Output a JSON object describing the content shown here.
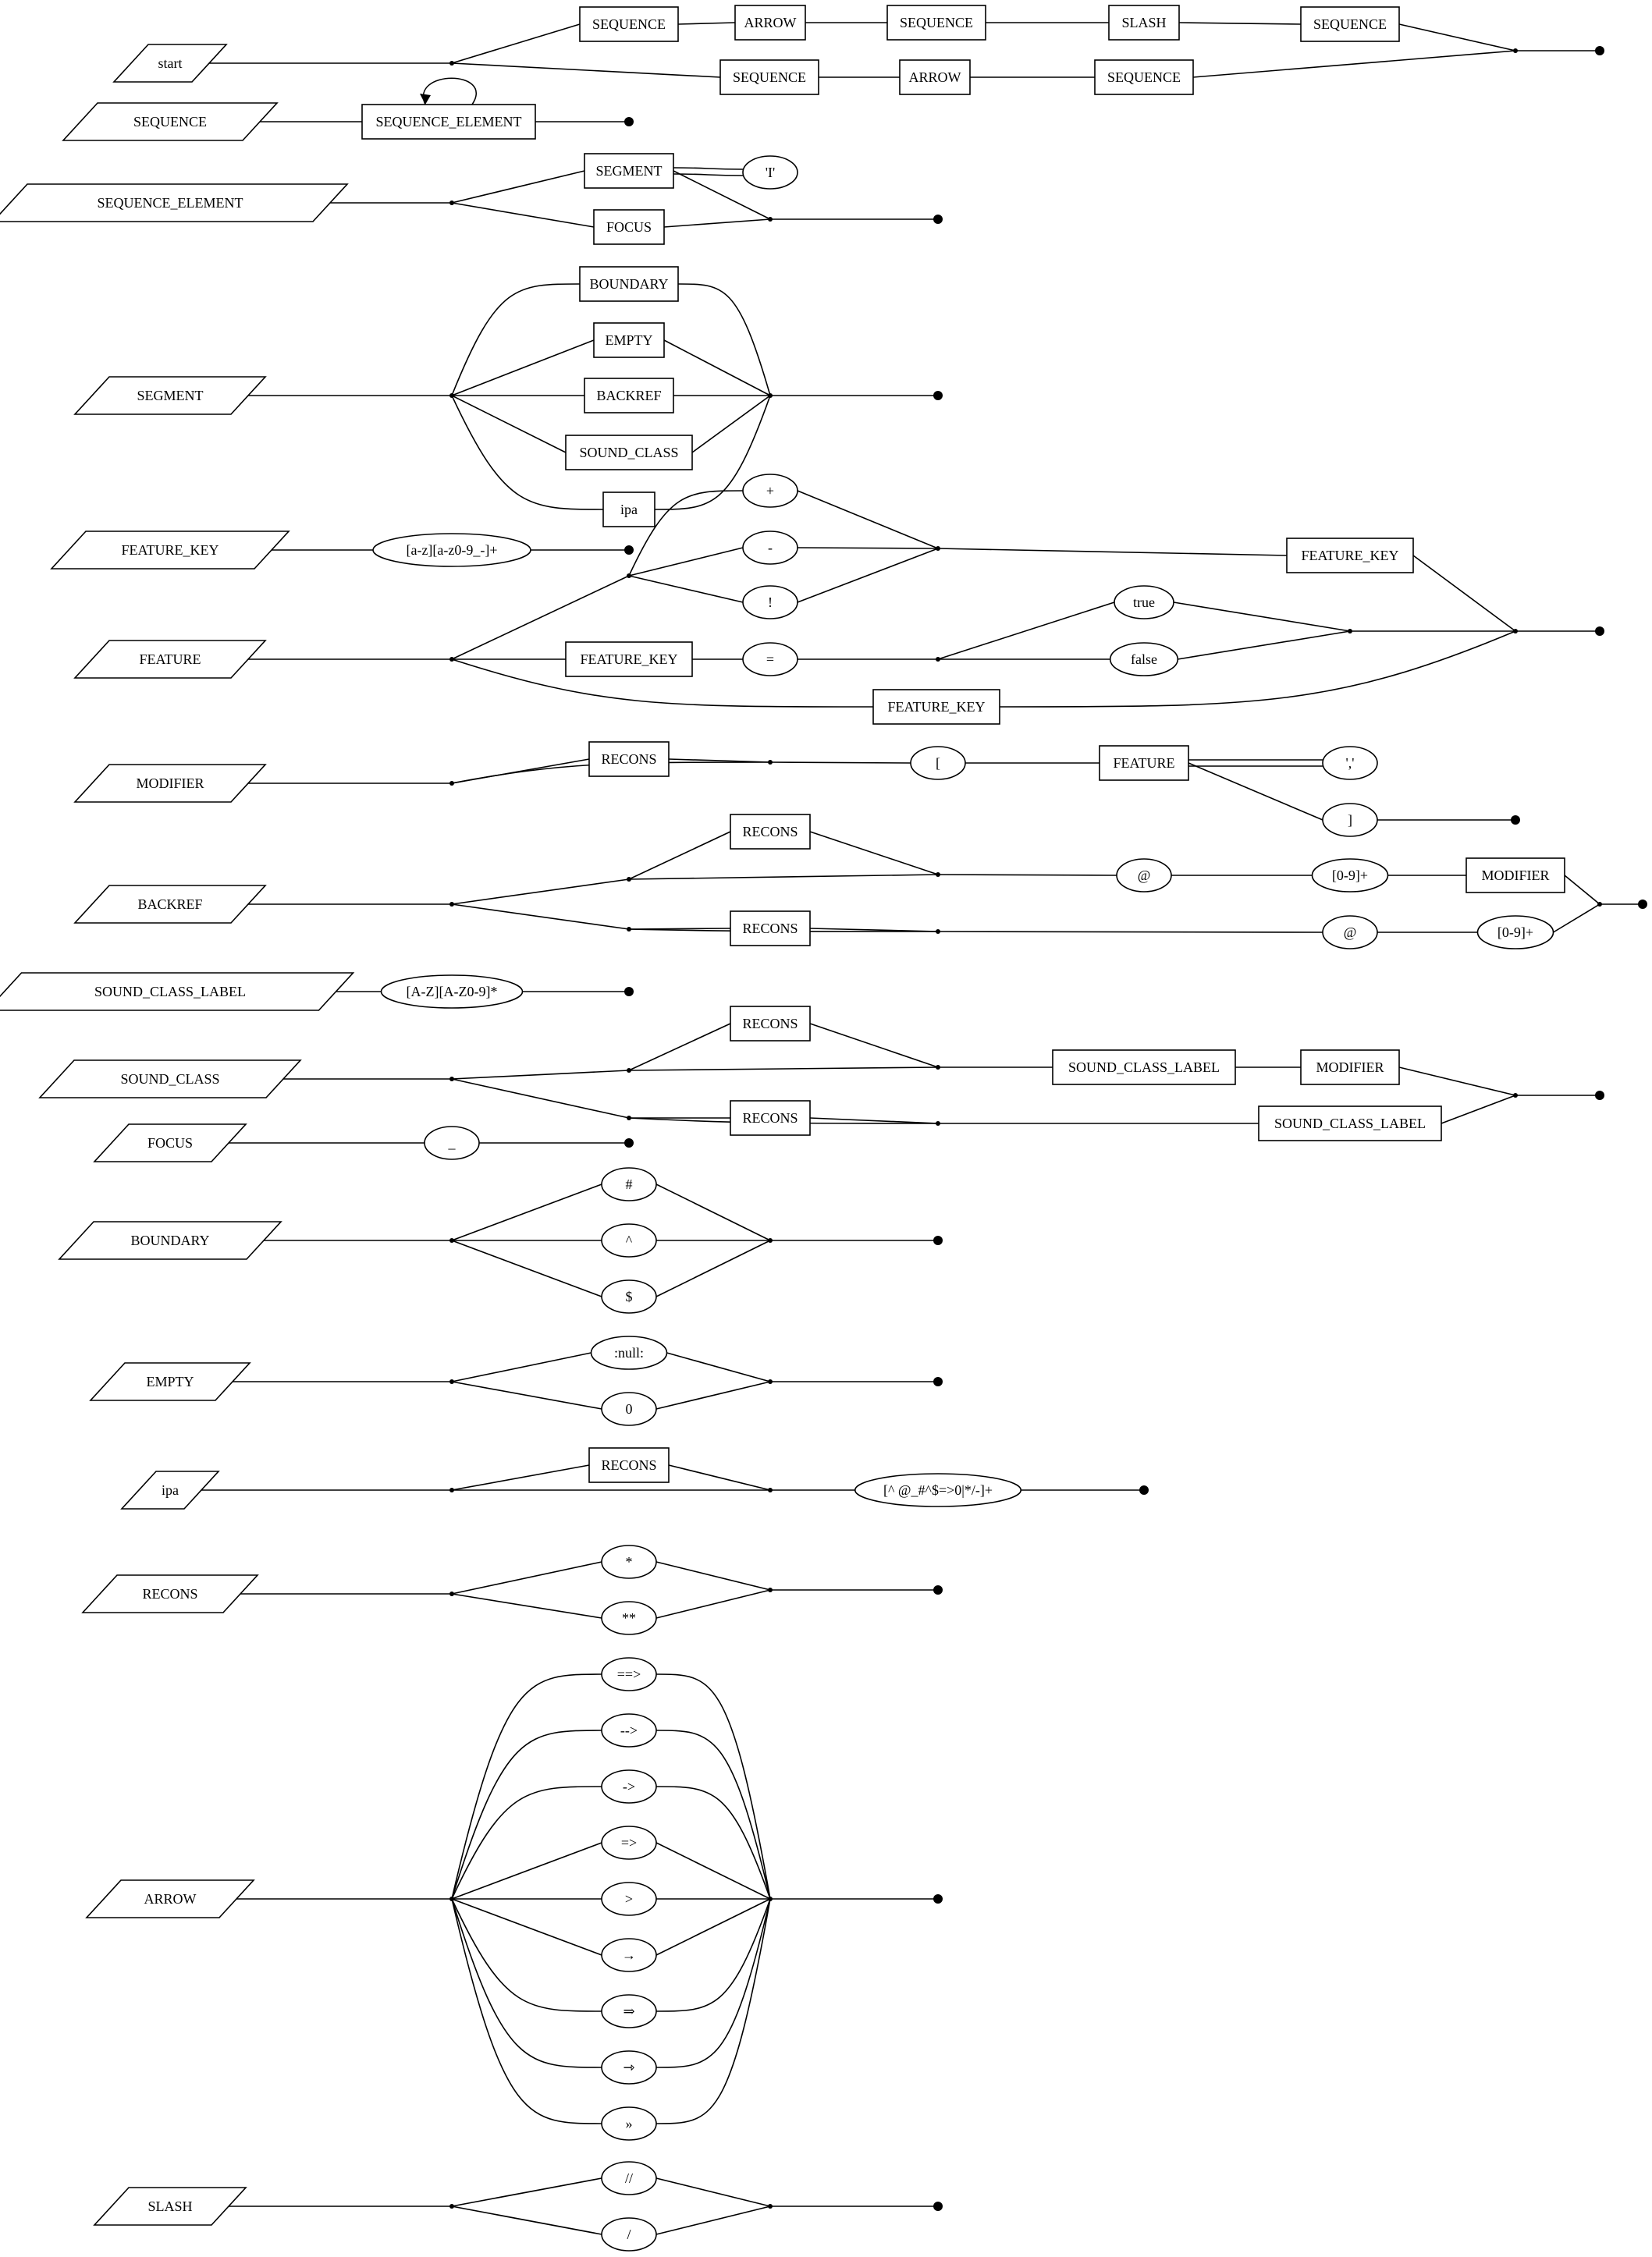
{
  "rules": [
    {
      "name": "start",
      "nodes": [
        {
          "id": "n1",
          "label": "SEQUENCE",
          "shape": "rect"
        },
        {
          "id": "n2",
          "label": "ARROW",
          "shape": "rect"
        },
        {
          "id": "n3",
          "label": "SEQUENCE",
          "shape": "rect"
        },
        {
          "id": "n4",
          "label": "SLASH",
          "shape": "rect"
        },
        {
          "id": "n5",
          "label": "SEQUENCE",
          "shape": "rect"
        },
        {
          "id": "n6",
          "label": "SEQUENCE",
          "shape": "rect"
        },
        {
          "id": "n7",
          "label": "ARROW",
          "shape": "rect"
        },
        {
          "id": "n8",
          "label": "SEQUENCE",
          "shape": "rect"
        }
      ]
    },
    {
      "name": "SEQUENCE",
      "nodes": [
        {
          "id": "n1",
          "label": "SEQUENCE_ELEMENT",
          "shape": "rect"
        }
      ]
    },
    {
      "name": "SEQUENCE_ELEMENT",
      "nodes": [
        {
          "id": "n1",
          "label": "SEGMENT",
          "shape": "rect"
        },
        {
          "id": "n2",
          "label": "'I'",
          "shape": "ellipse"
        },
        {
          "id": "n3",
          "label": "FOCUS",
          "shape": "rect"
        }
      ]
    },
    {
      "name": "SEGMENT",
      "nodes": [
        {
          "id": "n1",
          "label": "BOUNDARY",
          "shape": "rect"
        },
        {
          "id": "n2",
          "label": "EMPTY",
          "shape": "rect"
        },
        {
          "id": "n3",
          "label": "BACKREF",
          "shape": "rect"
        },
        {
          "id": "n4",
          "label": "SOUND_CLASS",
          "shape": "rect"
        },
        {
          "id": "n5",
          "label": "ipa",
          "shape": "rect"
        }
      ]
    },
    {
      "name": "FEATURE_KEY",
      "nodes": [
        {
          "id": "n1",
          "label": "[a-z][a-z0-9_-]+",
          "shape": "ellipse"
        }
      ]
    },
    {
      "name": "FEATURE",
      "nodes": [
        {
          "id": "n1",
          "label": "+",
          "shape": "ellipse"
        },
        {
          "id": "n2",
          "label": "-",
          "shape": "ellipse"
        },
        {
          "id": "n3",
          "label": "!",
          "shape": "ellipse"
        },
        {
          "id": "n4",
          "label": "FEATURE_KEY",
          "shape": "rect"
        },
        {
          "id": "n5",
          "label": "FEATURE_KEY",
          "shape": "rect"
        },
        {
          "id": "n6",
          "label": "=",
          "shape": "ellipse"
        },
        {
          "id": "n7",
          "label": "true",
          "shape": "ellipse"
        },
        {
          "id": "n8",
          "label": "false",
          "shape": "ellipse"
        },
        {
          "id": "n9",
          "label": "FEATURE_KEY",
          "shape": "rect"
        }
      ]
    },
    {
      "name": "MODIFIER",
      "nodes": [
        {
          "id": "n1",
          "label": "RECONS",
          "shape": "rect"
        },
        {
          "id": "n2",
          "label": "[",
          "shape": "ellipse"
        },
        {
          "id": "n3",
          "label": "FEATURE",
          "shape": "rect"
        },
        {
          "id": "n4",
          "label": "','",
          "shape": "ellipse"
        },
        {
          "id": "n5",
          "label": "]",
          "shape": "ellipse"
        }
      ]
    },
    {
      "name": "BACKREF",
      "nodes": [
        {
          "id": "n1",
          "label": "RECONS",
          "shape": "rect"
        },
        {
          "id": "n2",
          "label": "@",
          "shape": "ellipse"
        },
        {
          "id": "n3",
          "label": "[0-9]+",
          "shape": "ellipse"
        },
        {
          "id": "n4",
          "label": "MODIFIER",
          "shape": "rect"
        },
        {
          "id": "n5",
          "label": "RECONS",
          "shape": "rect"
        },
        {
          "id": "n6",
          "label": "@",
          "shape": "ellipse"
        },
        {
          "id": "n7",
          "label": "[0-9]+",
          "shape": "ellipse"
        }
      ]
    },
    {
      "name": "SOUND_CLASS_LABEL",
      "nodes": [
        {
          "id": "n1",
          "label": "[A-Z][A-Z0-9]*",
          "shape": "ellipse"
        }
      ]
    },
    {
      "name": "SOUND_CLASS",
      "nodes": [
        {
          "id": "n1",
          "label": "RECONS",
          "shape": "rect"
        },
        {
          "id": "n2",
          "label": "SOUND_CLASS_LABEL",
          "shape": "rect"
        },
        {
          "id": "n3",
          "label": "MODIFIER",
          "shape": "rect"
        },
        {
          "id": "n4",
          "label": "RECONS",
          "shape": "rect"
        },
        {
          "id": "n5",
          "label": "SOUND_CLASS_LABEL",
          "shape": "rect"
        }
      ]
    },
    {
      "name": "FOCUS",
      "nodes": [
        {
          "id": "n1",
          "label": "_",
          "shape": "ellipse"
        }
      ]
    },
    {
      "name": "BOUNDARY",
      "nodes": [
        {
          "id": "n1",
          "label": "#",
          "shape": "ellipse"
        },
        {
          "id": "n2",
          "label": "^",
          "shape": "ellipse"
        },
        {
          "id": "n3",
          "label": "$",
          "shape": "ellipse"
        }
      ]
    },
    {
      "name": "EMPTY",
      "nodes": [
        {
          "id": "n1",
          "label": ":null:",
          "shape": "ellipse"
        },
        {
          "id": "n2",
          "label": "0",
          "shape": "ellipse"
        }
      ]
    },
    {
      "name": "ipa",
      "nodes": [
        {
          "id": "n1",
          "label": "RECONS",
          "shape": "rect"
        },
        {
          "id": "n2",
          "label": "[^ @_#^$=>0|*/-]+",
          "shape": "ellipse"
        }
      ]
    },
    {
      "name": "RECONS",
      "nodes": [
        {
          "id": "n1",
          "label": "*",
          "shape": "ellipse"
        },
        {
          "id": "n2",
          "label": "**",
          "shape": "ellipse"
        }
      ]
    },
    {
      "name": "ARROW",
      "nodes": [
        {
          "id": "n1",
          "label": "==>",
          "shape": "ellipse"
        },
        {
          "id": "n2",
          "label": "-->",
          "shape": "ellipse"
        },
        {
          "id": "n3",
          "label": "->",
          "shape": "ellipse"
        },
        {
          "id": "n4",
          "label": "=>",
          "shape": "ellipse"
        },
        {
          "id": "n5",
          "label": ">",
          "shape": "ellipse"
        },
        {
          "id": "n6",
          "label": "→",
          "shape": "ellipse"
        },
        {
          "id": "n7",
          "label": "⇒",
          "shape": "ellipse"
        },
        {
          "id": "n8",
          "label": "⇾",
          "shape": "ellipse"
        },
        {
          "id": "n9",
          "label": "»",
          "shape": "ellipse"
        }
      ]
    },
    {
      "name": "SLASH",
      "nodes": [
        {
          "id": "n1",
          "label": "//",
          "shape": "ellipse"
        },
        {
          "id": "n2",
          "label": "/",
          "shape": "ellipse"
        }
      ]
    }
  ]
}
